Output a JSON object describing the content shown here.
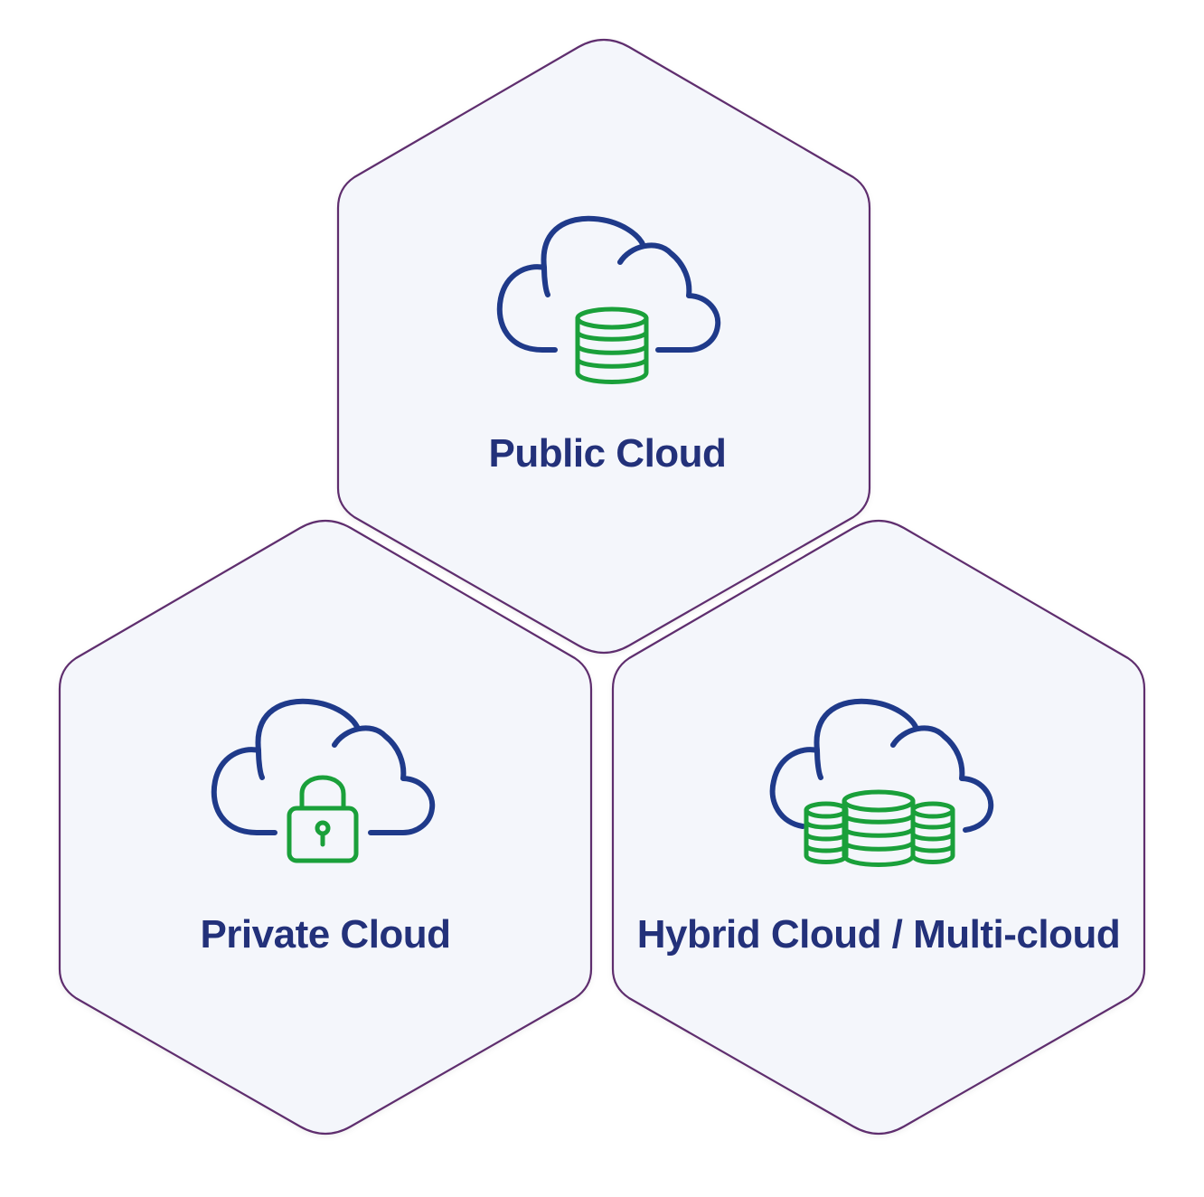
{
  "colors": {
    "hex_fill": "#f4f6fb",
    "hex_stroke": "#5e2d6e",
    "cloud_stroke": "#1f3a8a",
    "icon_green": "#1aa03a",
    "label_color": "#23317a"
  },
  "nodes": [
    {
      "id": "public",
      "label": "Public Cloud",
      "icon": "cloud-database-icon"
    },
    {
      "id": "private",
      "label": "Private Cloud",
      "icon": "cloud-lock-icon"
    },
    {
      "id": "hybrid",
      "label": "Hybrid Cloud / Multi-cloud",
      "icon": "cloud-multi-database-icon"
    }
  ]
}
